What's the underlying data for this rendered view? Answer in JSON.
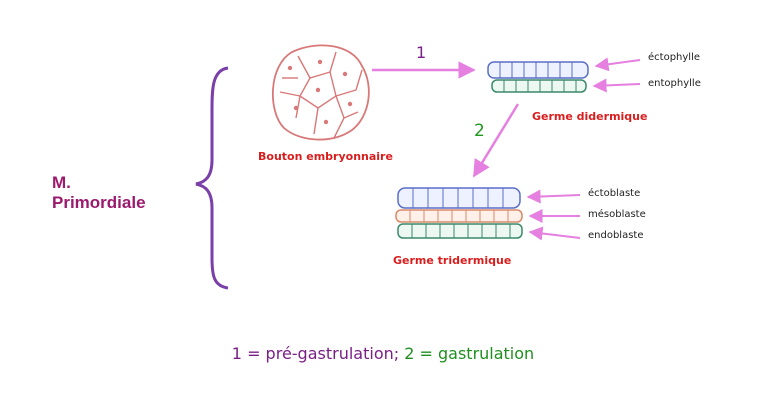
{
  "labels": {
    "title_line1": "M.",
    "title_line2": "Primordiale",
    "bouton": "Bouton embryonnaire",
    "didermique": "Germe didermique",
    "tridermique": "Germe tridermique",
    "ectophylle": "éctophylle",
    "entophylle": "entophylle",
    "ectoblaste": "éctoblaste",
    "mesoblaste": "mésoblaste",
    "endoblaste": "endoblaste",
    "step1": "1",
    "step2": "2"
  },
  "caption": {
    "part1": "1 = pré-gastrulation;",
    "part2": "2 = gastrulation"
  },
  "colors": {
    "brace": "#7a3fa8",
    "arrow": "#e57fe0",
    "cell_outline": "#d87878",
    "ecto_layer": "#5a6fc8",
    "meso_layer": "#d98a6a",
    "endo_layer": "#3a8a6a",
    "red_label": "#d81e1e"
  }
}
